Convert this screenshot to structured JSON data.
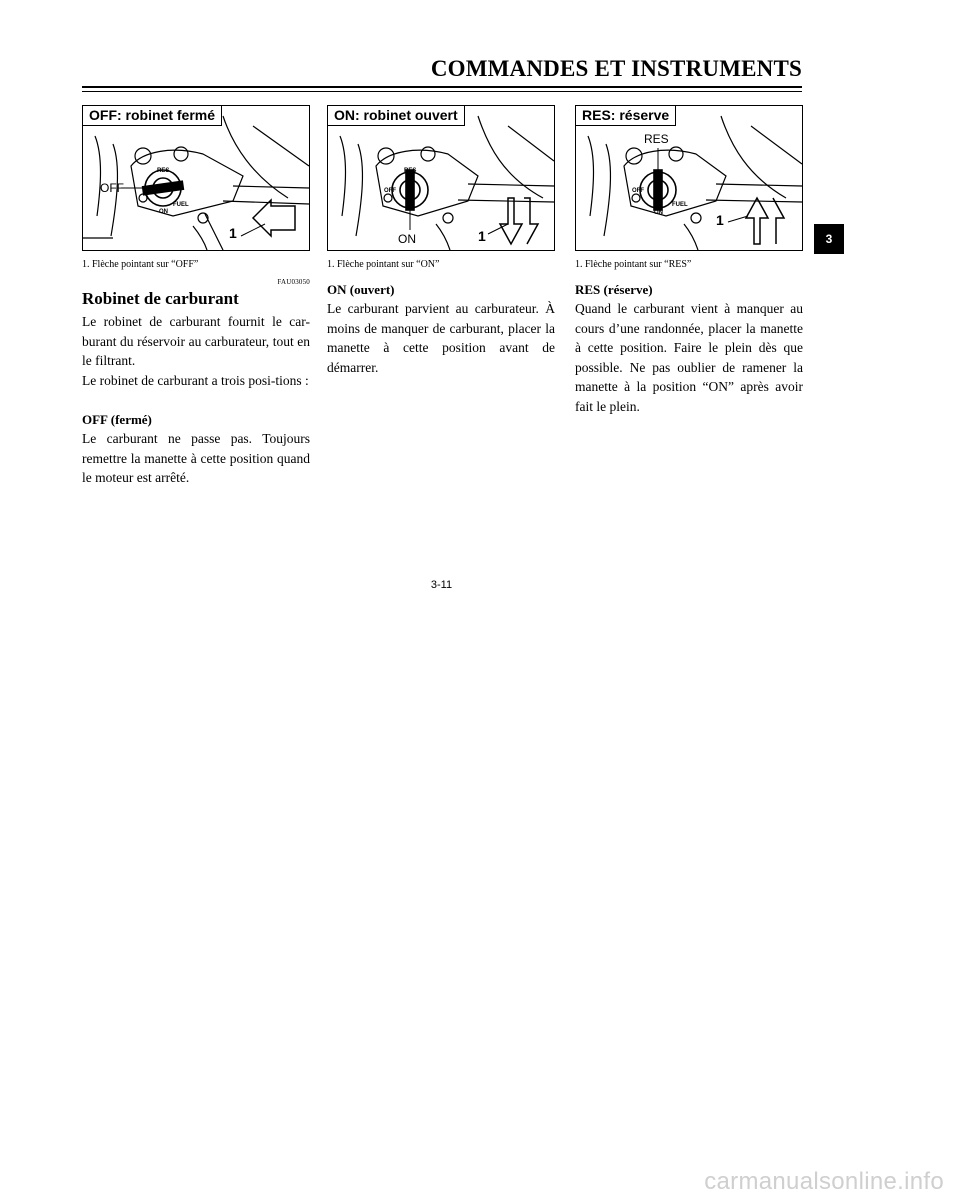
{
  "header": {
    "title": "COMMANDES ET INSTRUMENTS"
  },
  "side_tab": "3",
  "page_number": "3-11",
  "watermark": "carmanualsonline.info",
  "figures": [
    {
      "label": "OFF: robinet fermé",
      "callout": "OFF",
      "callout_number": "1",
      "caption": "1.   Flèche pointant sur “OFF”"
    },
    {
      "label": "ON: robinet ouvert",
      "callout": "ON",
      "callout_number": "1",
      "caption": "1.   Flèche pointant sur “ON”"
    },
    {
      "label": "RES: réserve",
      "callout": "RES",
      "callout_number": "1",
      "caption": "1.   Flèche pointant sur “RES”"
    }
  ],
  "valve_markings": {
    "res": "RES",
    "off": "OFF",
    "on": "ON",
    "fuel": "FUEL"
  },
  "section": {
    "ref_code": "FAU03050",
    "heading": "Robinet de carburant",
    "intro": "Le robinet de carburant fournit le car-burant du réservoir au carburateur, tout en le filtrant.",
    "intro2": "Le robinet de carburant a trois posi-tions :",
    "off_heading": "OFF (fermé)",
    "off_text": "Le carburant ne passe pas. Toujours remettre la manette à cette position quand le moteur est arrêté.",
    "on_heading": "ON (ouvert)",
    "on_text": "Le carburant parvient au carburateur. À moins de manquer de carburant, placer la manette à cette position avant de démarrer.",
    "res_heading": "RES (réserve)",
    "res_text": "Quand le carburant vient à manquer au cours d’une randonnée, placer la manette à cette position. Faire le plein dès que possible. Ne pas oublier de ramener la manette à la position “ON” après avoir fait le plein."
  }
}
